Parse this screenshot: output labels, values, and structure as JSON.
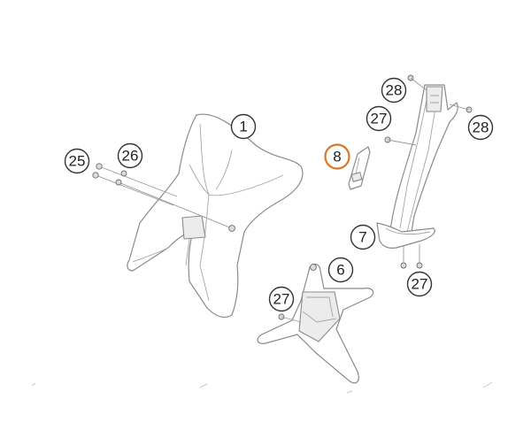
{
  "callouts": [
    {
      "id": "c1",
      "label": "1",
      "highlight": false
    },
    {
      "id": "c6",
      "label": "6",
      "highlight": false
    },
    {
      "id": "c7",
      "label": "7",
      "highlight": false
    },
    {
      "id": "c8",
      "label": "8",
      "highlight": true
    },
    {
      "id": "c25",
      "label": "25",
      "highlight": false
    },
    {
      "id": "c26",
      "label": "26",
      "highlight": false
    },
    {
      "id": "c27a",
      "label": "27",
      "highlight": false
    },
    {
      "id": "c27b",
      "label": "27",
      "highlight": false
    },
    {
      "id": "c27c",
      "label": "27",
      "highlight": false
    },
    {
      "id": "c28a",
      "label": "28",
      "highlight": false
    },
    {
      "id": "c28b",
      "label": "28",
      "highlight": false
    }
  ],
  "colors": {
    "highlight": "#d9772b",
    "callout_stroke": "#333333",
    "part_stroke": "#8a8a8a"
  }
}
